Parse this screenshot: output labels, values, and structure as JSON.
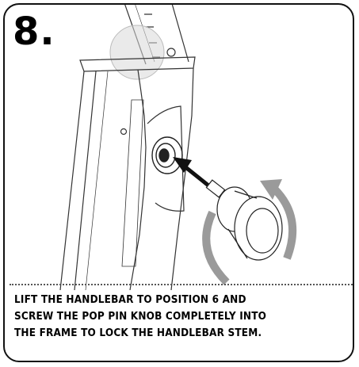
{
  "step": {
    "number_label": "8."
  },
  "instruction": {
    "lines": [
      "LIFT THE HANDLEBAR TO POSITION 6 AND",
      "SCREW THE POP PIN KNOB COMPLETELY INTO",
      "THE FRAME TO LOCK THE HANDLEBAR STEM."
    ]
  },
  "illustration": {
    "subject": "handlebar-stem-with-pop-pin-knob",
    "colors": {
      "line": "#333333",
      "arrow": "#111111",
      "rotation_arrow": "#9a9a9a",
      "highlight_circle": "#cccccc"
    }
  }
}
